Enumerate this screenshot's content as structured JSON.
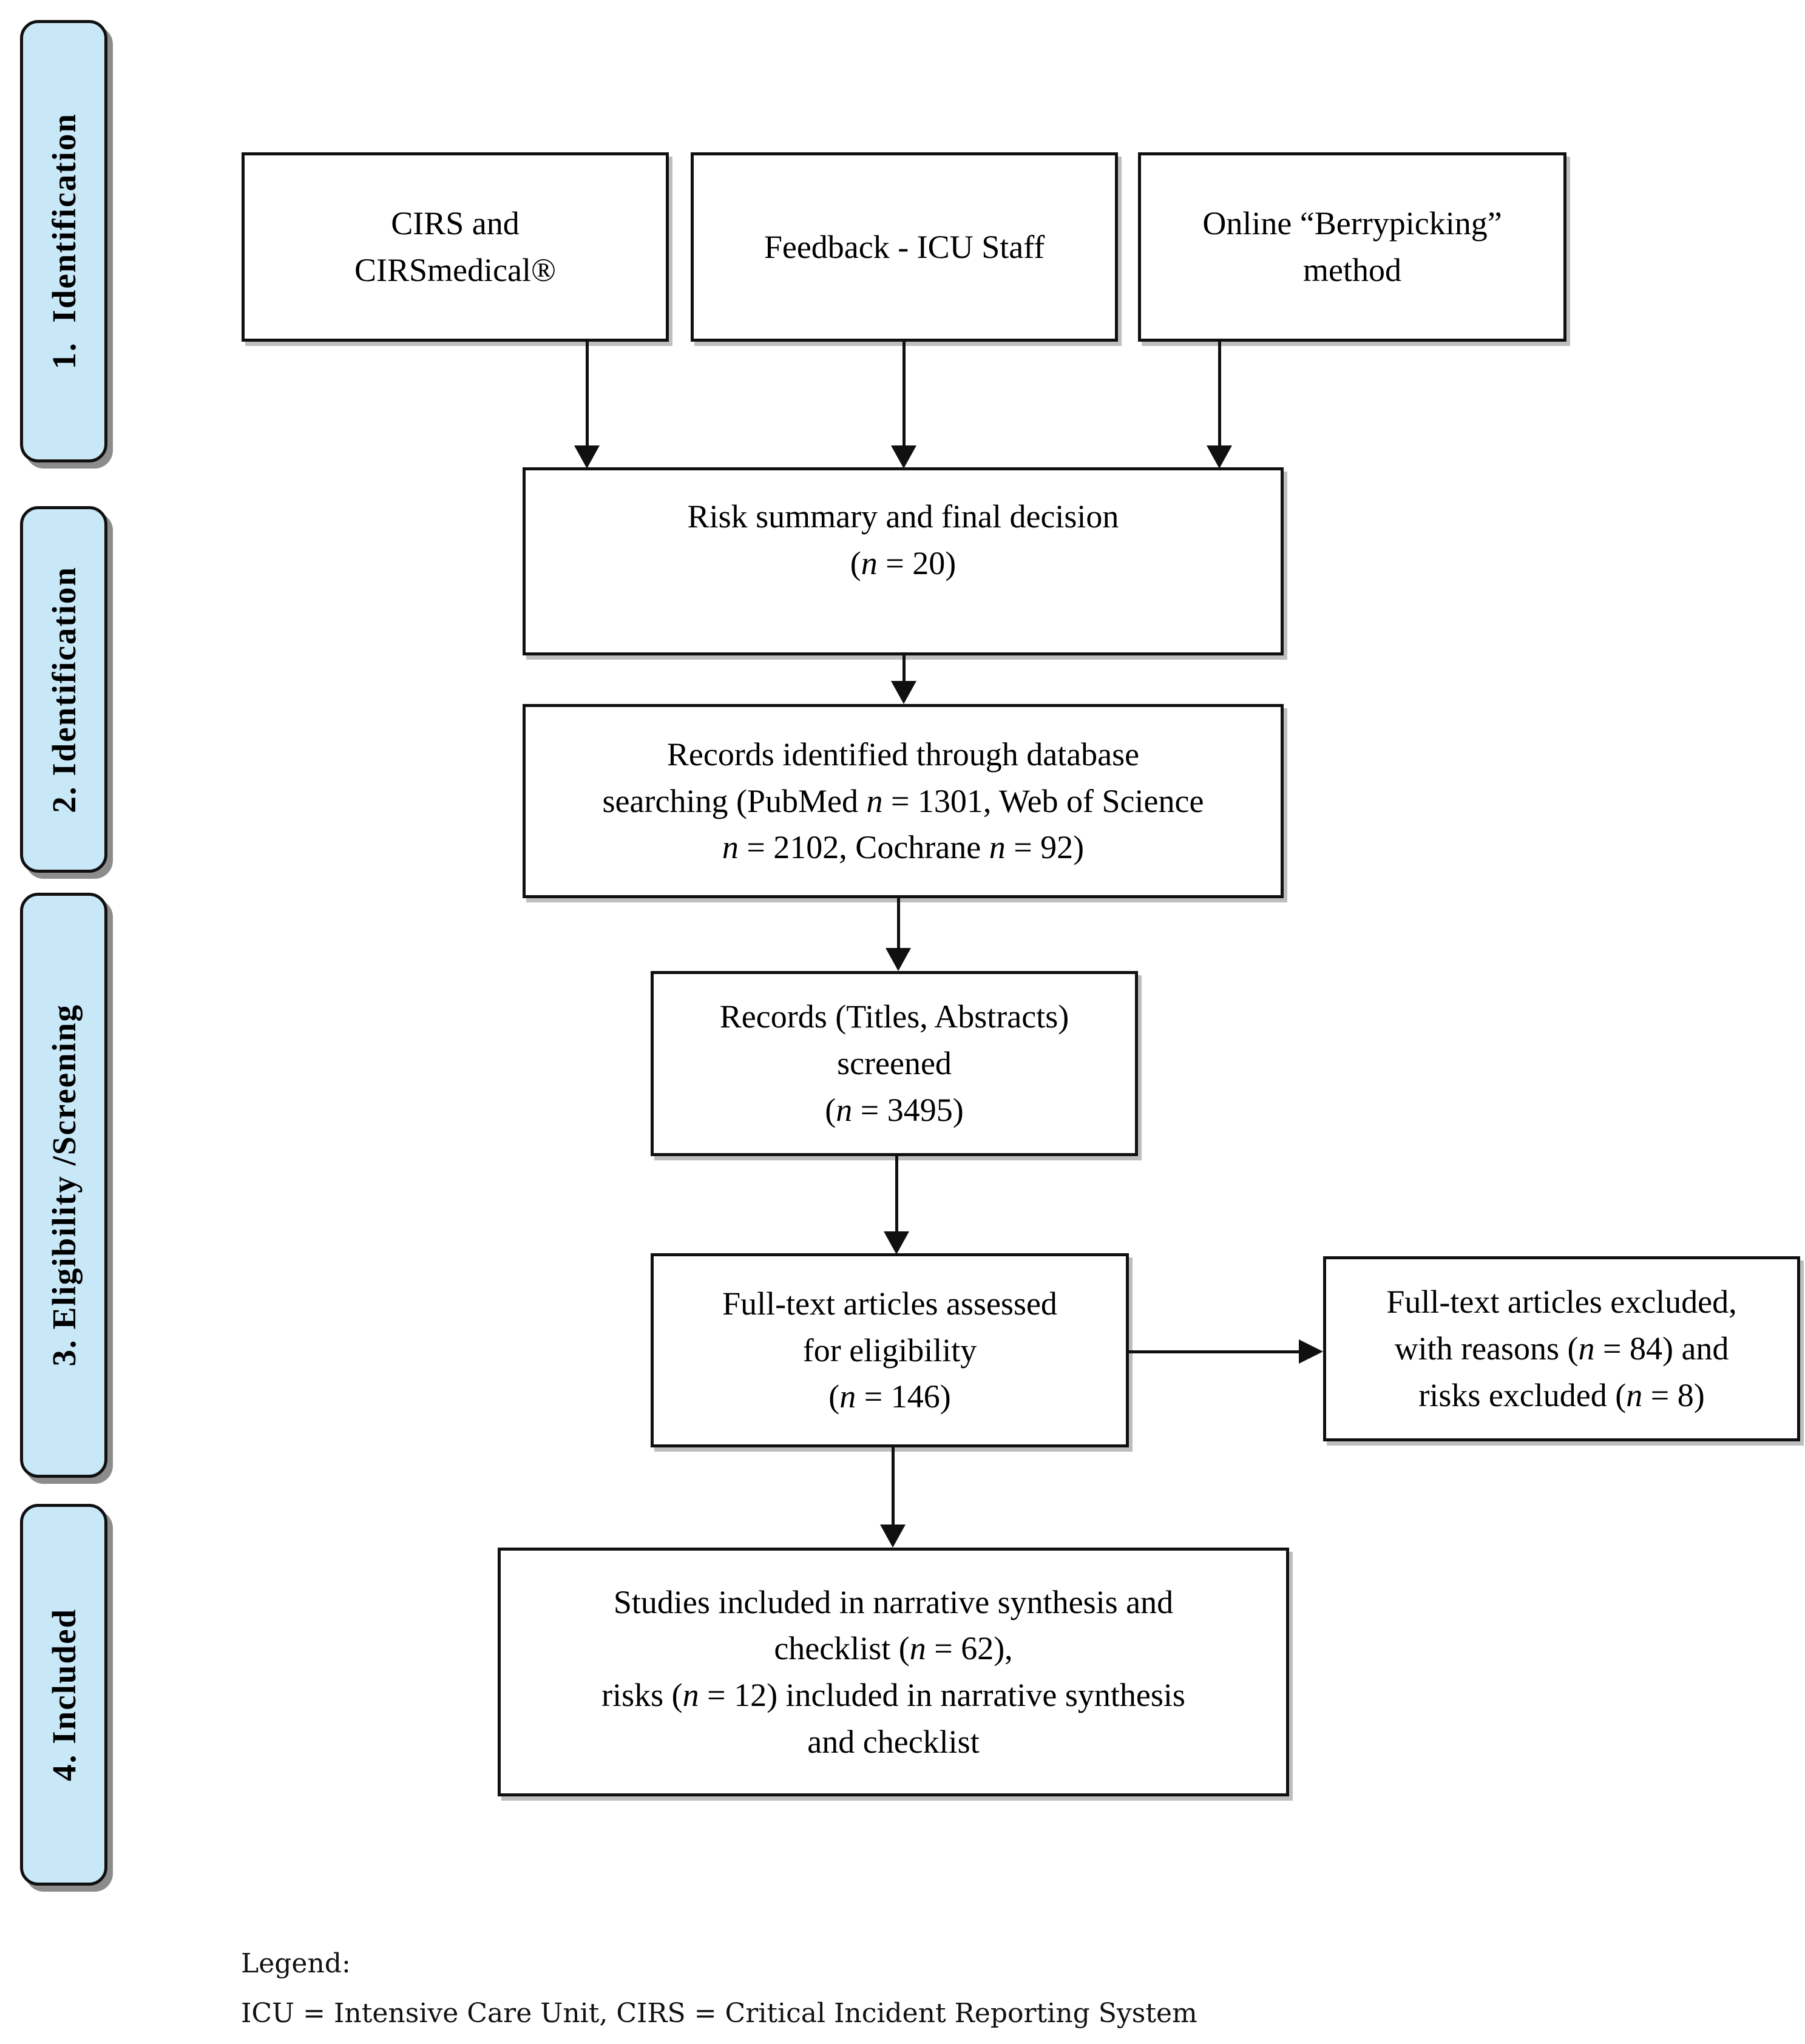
{
  "sidebar": {
    "labels": [
      {
        "id": "stage-1",
        "text": "1.  Identification"
      },
      {
        "id": "stage-2",
        "text": "2. Identification"
      },
      {
        "id": "stage-3",
        "text": "3. Eligibility /Screening"
      },
      {
        "id": "stage-4",
        "text": "4. Included"
      }
    ]
  },
  "flow": {
    "sources": [
      {
        "id": "cirs",
        "text": "CIRS and\nCIRSmedical®"
      },
      {
        "id": "feedback",
        "text": "Feedback - ICU Staff"
      },
      {
        "id": "berrypicking",
        "text": "Online “Berrypicking”\nmethod"
      }
    ],
    "risk_summary": "Risk summary and final decision\n(*n* = 20)",
    "records_identified": "Records identified through database\nsearching (PubMed *n* = 1301, Web of Science\n*n* = 2102, Cochrane *n* = 92)",
    "records_screened": "Records (Titles, Abstracts)\nscreened\n(*n* = 3495)",
    "fulltext_assessed": "Full-text articles assessed\nfor eligibility\n(*n* = 146)",
    "fulltext_excluded": "Full-text articles excluded,\nwith reasons (*n* = 84) and\nrisks excluded (*n* = 8)",
    "studies_included": "Studies included in narrative synthesis and\nchecklist (*n* = 62),\nrisks (*n* = 12) included in narrative synthesis\nand checklist"
  },
  "legend": {
    "heading": "Legend:",
    "abbreviations": "ICU = Intensive Care Unit, CIRS = Critical Incident Reporting System"
  },
  "colors": {
    "stage_label_fill": "#C8E8F8",
    "border": "#101010",
    "box_fill": "#FFFFFF",
    "shadow_gray": "#7D7D7D"
  }
}
